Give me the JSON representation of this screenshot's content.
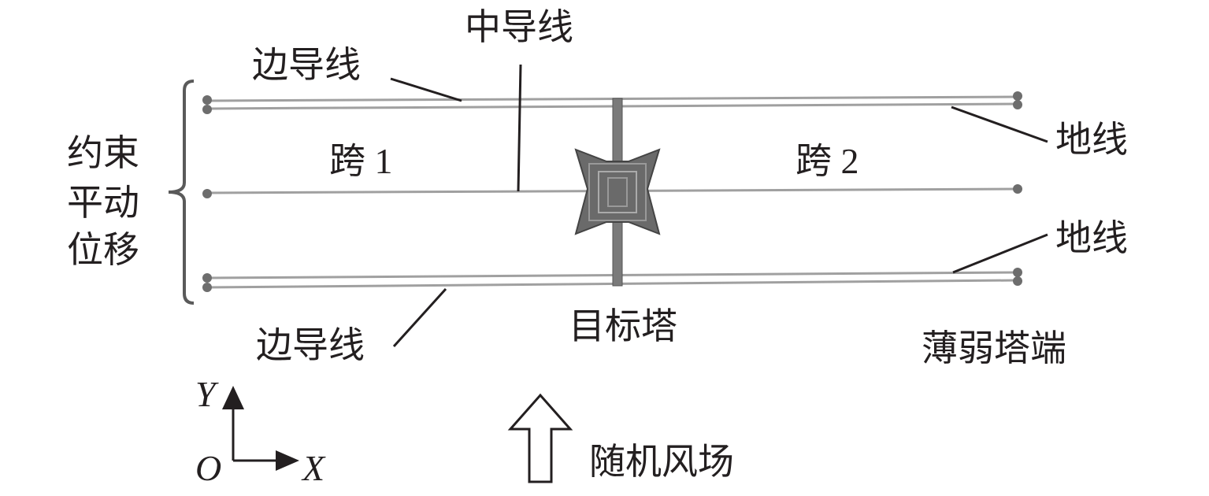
{
  "labels": {
    "side_conductor_top": "边导线",
    "middle_conductor": "中导线",
    "ground_wire_top": "地线",
    "ground_wire_bottom": "地线",
    "side_conductor_bottom": "边导线",
    "constraint_line1": "约束",
    "constraint_line2": "平动",
    "constraint_line3": "位移",
    "span1": "跨 1",
    "span2": "跨 2",
    "target_tower": "目标塔",
    "weak_tower_end": "薄弱塔端",
    "wind_field": "随机风场"
  },
  "axes": {
    "y": "Y",
    "x": "X",
    "origin": "O"
  },
  "colors": {
    "wire": "#9a9a9a",
    "node": "#6d6d6d",
    "tower": "#5a5a5a",
    "text": "#231f20"
  }
}
